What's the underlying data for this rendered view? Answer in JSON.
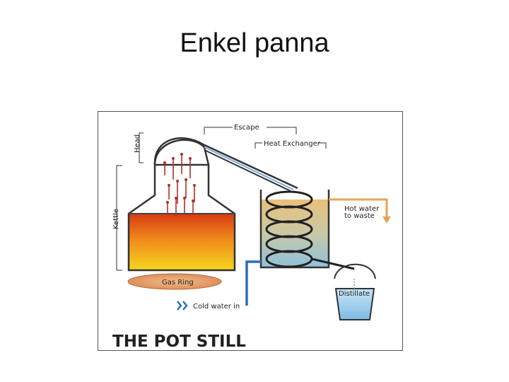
{
  "slide": {
    "title": "Enkel panna"
  },
  "diagram": {
    "caption": "THE POT STILL",
    "labels": {
      "escape": "Escape",
      "heat_exchanger": "Heat Exchanger",
      "head": "Head",
      "kettle": "Kettle",
      "hot_water_line1": "Hot water",
      "hot_water_line2": "to waste",
      "gas_ring": "Gas Ring",
      "distillate": "Distillate",
      "cold_water_in": "Cold water in"
    },
    "colors": {
      "liquid_top": "#d63a12",
      "liquid_bottom": "#f7d51e",
      "water_top": "#e9c27a",
      "water_bottom": "#8fc1dc",
      "gas_ring": "#e5a070",
      "vapor_arrows": "#b0302a",
      "hot_pipe": "#e6a25c",
      "cold_pipe": "#2a6fba",
      "distillate": "#9fd0ee"
    }
  }
}
